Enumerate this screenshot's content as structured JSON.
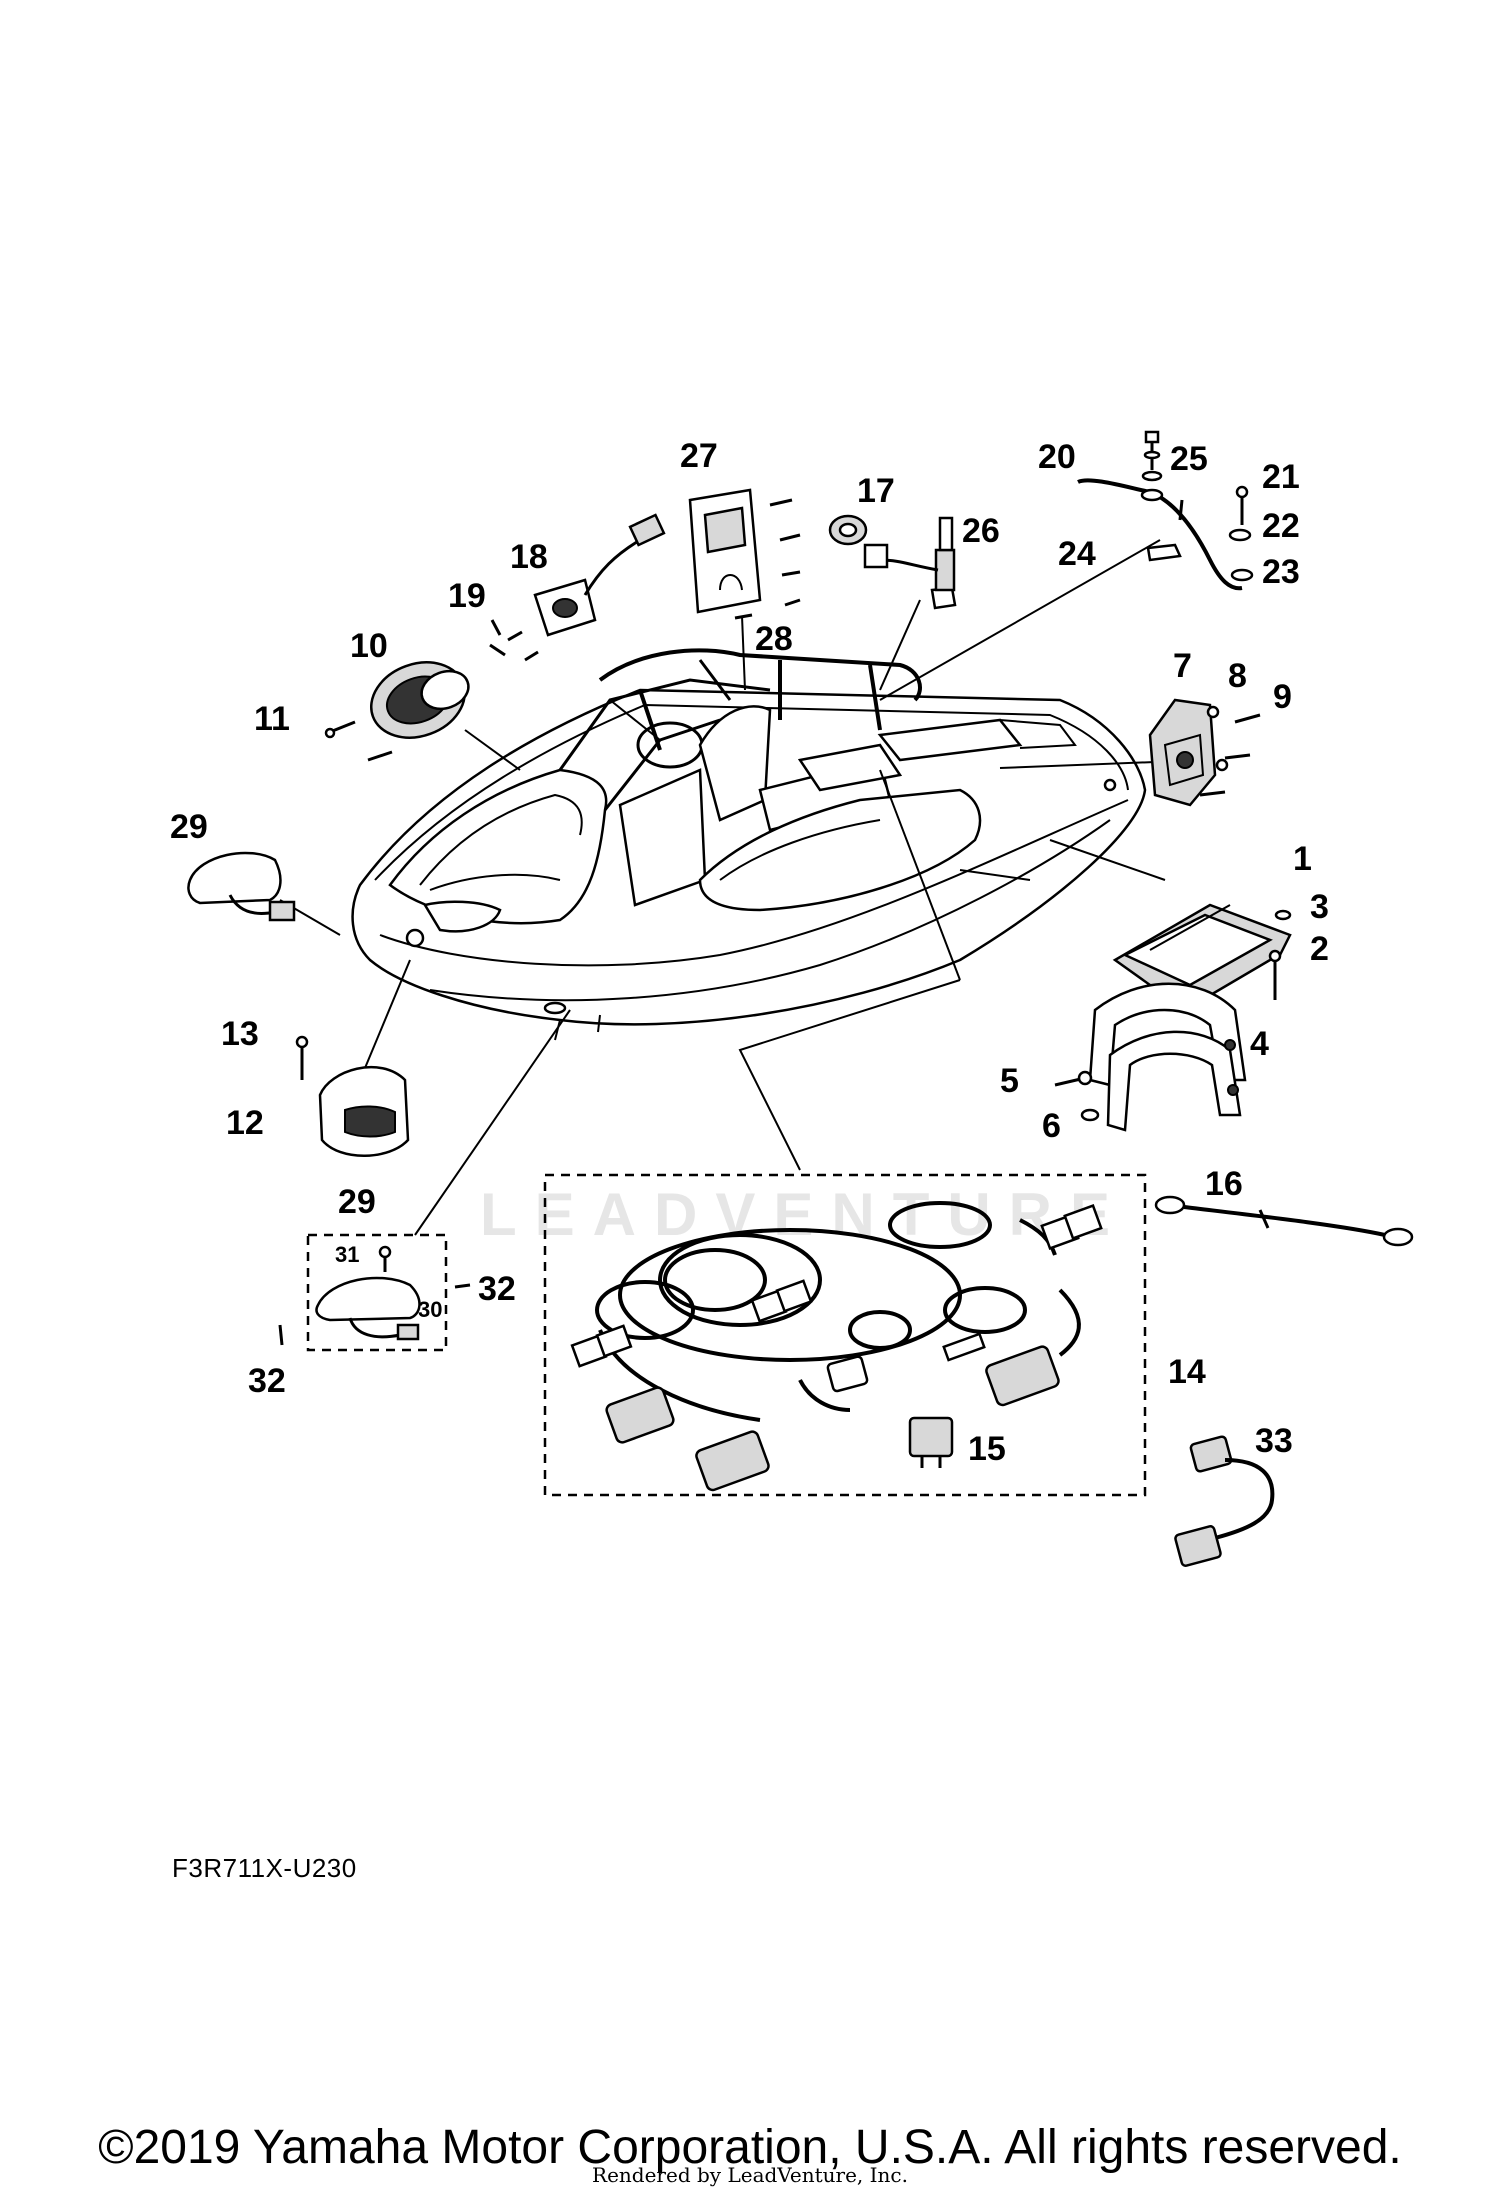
{
  "diagram": {
    "code": "F3R711X-U230",
    "copyright": "©2019 Yamaha Motor Corporation, U.S.A. All rights reserved.",
    "rendered_by": "Rendered by LeadVenture, Inc.",
    "watermark": "LEADVENTURE"
  },
  "callouts": {
    "c1": "1",
    "c2": "2",
    "c3": "3",
    "c4": "4",
    "c5": "5",
    "c6": "6",
    "c7": "7",
    "c8": "8",
    "c9": "9",
    "c10": "10",
    "c11": "11",
    "c12": "12",
    "c13": "13",
    "c14": "14",
    "c15": "15",
    "c16": "16",
    "c17": "17",
    "c18": "18",
    "c19": "19",
    "c20": "20",
    "c21": "21",
    "c22": "22",
    "c23": "23",
    "c24": "24",
    "c25": "25",
    "c26": "26",
    "c27": "27",
    "c28": "28",
    "c29a": "29",
    "c29b": "29",
    "c30": "30",
    "c31": "31",
    "c32a": "32",
    "c32b": "32",
    "c33": "33"
  }
}
